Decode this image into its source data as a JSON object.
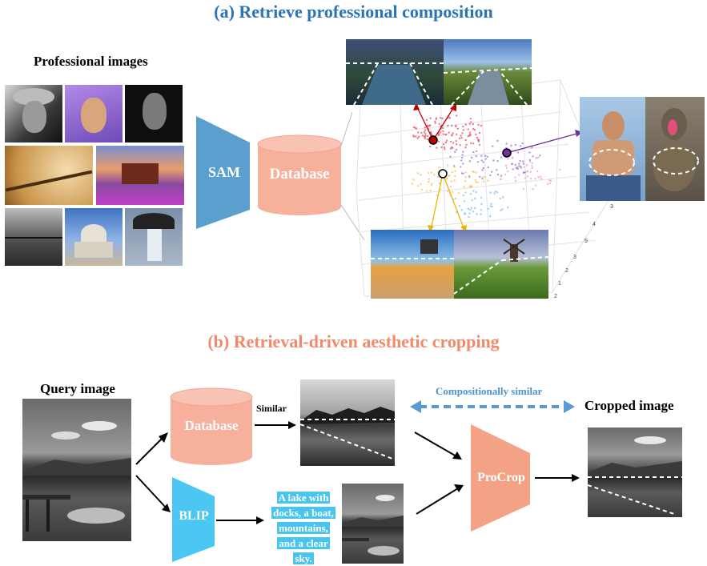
{
  "section_a": {
    "title": "(a) Retrieve professional composition",
    "professional_images_label": "Professional images",
    "sam_label": "SAM",
    "database_label": "Database"
  },
  "section_b": {
    "title": "(b) Retrieval-driven aesthetic cropping",
    "query_label": "Query image",
    "database_label": "Database",
    "similar_label": "Similar",
    "compositionally_similar_label": "Compositionally similar",
    "cropped_label": "Cropped image",
    "blip_label": "BLIP",
    "procrop_label": "ProCrop",
    "caption_lines": [
      "A lake with",
      "docks, a boat,",
      "mountains,",
      "and a clear",
      "sky."
    ]
  },
  "colors": {
    "section_a_title": "#2a74b6",
    "section_b_title": "#f08a6a",
    "sam": "#5b9fce",
    "database": "#f6b09c",
    "blip": "#4cc6f2",
    "procrop": "#f3a286",
    "marker_red": "#c00000",
    "marker_purple": "#7030a0",
    "marker_yellow": "#f2b300"
  },
  "embedding_plot_ticks": [
    "3",
    "4",
    "5",
    "3",
    "2",
    "1",
    "2"
  ]
}
